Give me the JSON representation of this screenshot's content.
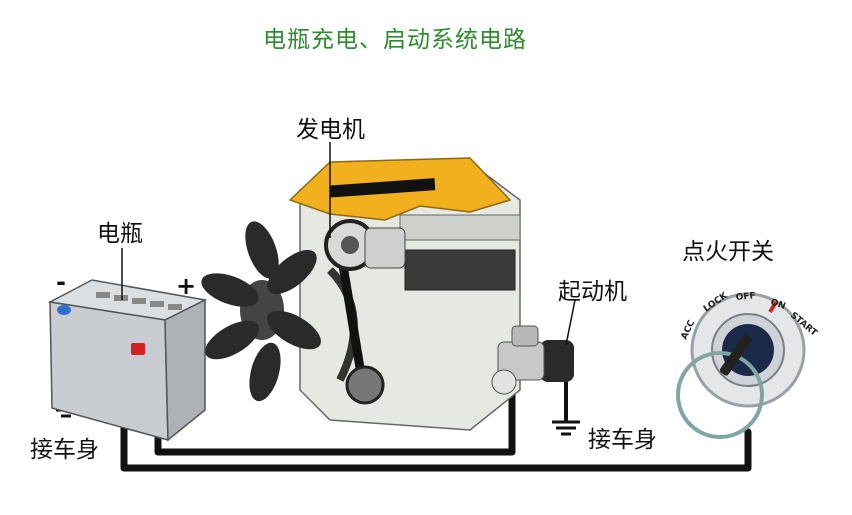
{
  "title": "电瓶充电、启动系统电路",
  "labels": {
    "battery": "电瓶",
    "alternator": "发电机",
    "starter": "起动机",
    "ignition_switch": "点火开关",
    "ground_battery": "接车身",
    "ground_starter": "接车身"
  },
  "battery_terminals": {
    "negative": "-",
    "positive": "+"
  },
  "ignition_positions": [
    "ACC",
    "LOCK",
    "OFF",
    "ON",
    "START"
  ],
  "colors": {
    "title": "#2e8b2e",
    "engine_cover": "#f2b01e",
    "wire": "#111111",
    "positive_terminal": "#d42020",
    "negative_terminal": "#2f6fd0"
  }
}
